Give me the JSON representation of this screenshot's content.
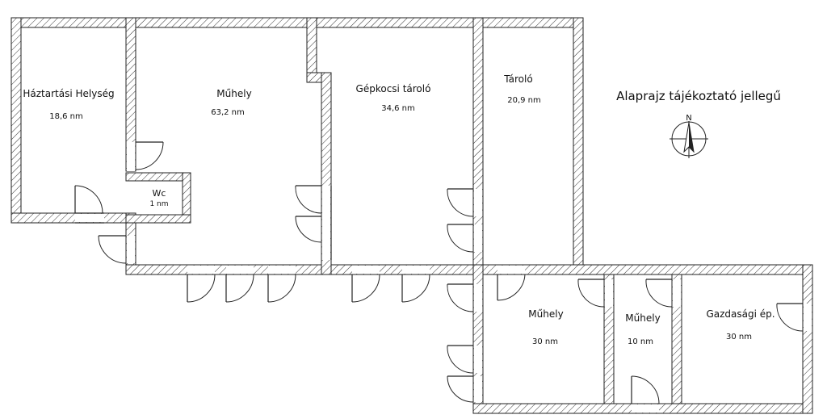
{
  "title": "Alaprajz tájékoztató jellegű",
  "compass": {
    "north_label": "N",
    "icon": "compass-north-icon"
  },
  "rooms": [
    {
      "id": "haztartasi",
      "name": "Háztartási Helység",
      "area": "18,6 nm"
    },
    {
      "id": "muhely-main",
      "name": "Műhely",
      "area": "63,2 nm"
    },
    {
      "id": "gepkocsi",
      "name": "Gépkocsi tároló",
      "area": "34,6 nm"
    },
    {
      "id": "tarolo",
      "name": "Tároló",
      "area": "20,9 nm"
    },
    {
      "id": "wc",
      "name": "Wc",
      "area": "1 nm"
    },
    {
      "id": "muhely-30",
      "name": "Műhely",
      "area": "30 nm"
    },
    {
      "id": "muhely-10",
      "name": "Műhely",
      "area": "10 nm"
    },
    {
      "id": "gazdasagi",
      "name": "Gazdasági ép.",
      "area": "30 nm"
    }
  ],
  "colors": {
    "wall_stroke": "#222222",
    "background": "#ffffff"
  }
}
